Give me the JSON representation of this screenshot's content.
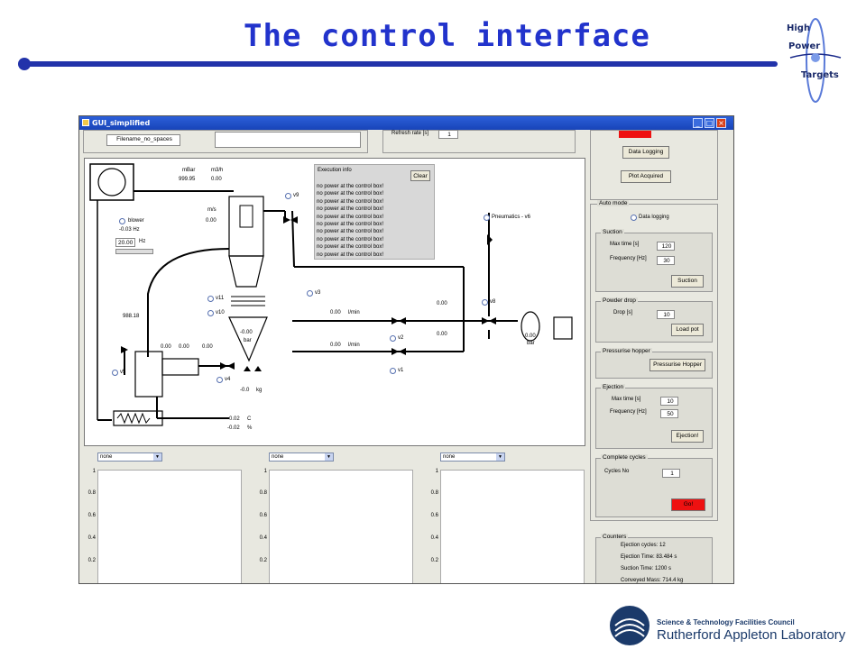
{
  "slide": {
    "title": "The control interface",
    "logo_hpt": {
      "line1": "High",
      "line2": "Power",
      "line3": "Targets"
    },
    "footer": {
      "council": "Science & Technology Facilities Council",
      "lab": "Rutherford Appleton Laboratory"
    }
  },
  "window": {
    "title": "GUI_simplified",
    "filename": "Filename_no_spaces",
    "refresh_label": "Refresh rate [s]",
    "refresh_value": "1",
    "data_logging_btn": "Data Logging",
    "plot_acquired_btn": "Plot Acquired"
  },
  "diagram": {
    "mbar_label": "mBar",
    "mbar_value": "999.95",
    "m3h_label": "m3/h",
    "m3h_value": "0.00",
    "ms_label": "m/s",
    "ms_value": "0.00",
    "blower_label": "blower",
    "blower_hz": "-0.03 Hz",
    "hz_input": "20.00",
    "hz_unit": "Hz",
    "v9": "v9",
    "v11": "v11",
    "v10": "v10",
    "v3": "v3",
    "v5": "v5",
    "v4": "v4",
    "v2": "v2",
    "v1": "v1",
    "v8": "v8",
    "pneumatics": "Pneumatics - v6",
    "value_988": "988.18",
    "zeros_a": "0.00",
    "zeros_b": "0.00",
    "zeros_c": "0.00",
    "hopper_bar_value": "-0.00",
    "hopper_bar_unit": "bar",
    "load_value": "-0.0",
    "load_unit": "kg",
    "flow1_value": "0.00",
    "flow1_unit": "l/min",
    "flow2_value": "0.00",
    "flow2_unit": "l/min",
    "p1": "0.00",
    "p2": "0.00",
    "tank_value": "0.00",
    "tank_unit": "bar",
    "temp_value": "-0.02",
    "temp_unit": "C",
    "hum_value": "-0.02",
    "hum_unit": "%",
    "execution_info_title": "Execution info",
    "clear_btn": "Clear",
    "messages": [
      "no power at the control box!",
      "no power at the control box!",
      "no power at the control box!",
      "no power at the control box!",
      "no power at the control box!",
      "no power at the control box!",
      "no power at the control box!",
      "no power at the control box!",
      "no power at the control box!",
      "no power at the control box!"
    ]
  },
  "auto_mode": {
    "title": "Auto mode",
    "data_logging": "Data logging",
    "suction": {
      "title": "Suction",
      "max_time_label": "Max time [s]",
      "max_time": "120",
      "freq_label": "Frequency [Hz]",
      "freq": "30",
      "btn": "Suction"
    },
    "powder_drop": {
      "title": "Powder drop",
      "drop_label": "Drop [s]",
      "drop": "10",
      "btn": "Load pot"
    },
    "pressurise": {
      "title": "Pressurise hopper",
      "btn": "Pressurise Hopper"
    },
    "ejection": {
      "title": "Ejection",
      "max_time_label": "Max time [s]",
      "max_time": "10",
      "freq_label": "Frequency [Hz]",
      "freq": "50",
      "btn": "Ejection!"
    },
    "complete": {
      "title": "Complete cycles",
      "cycles_label": "Cycles No",
      "cycles": "1",
      "btn": "Go!"
    }
  },
  "counters": {
    "title": "Counters",
    "ejection_cycles": "Ejection cycles: 12",
    "ejection_time": "Ejection Time: 83.484 s",
    "suction_time": "Suction Time: 1200 s",
    "conveyed_mass": "Conveyed Mass: 714.4 kg"
  },
  "plots": {
    "selects": [
      "none",
      "none",
      "none"
    ],
    "yticks": [
      "1",
      "0.8",
      "0.6",
      "0.4",
      "0.2"
    ]
  },
  "colors": {
    "title": "#2233cc",
    "go_button": "#ee1111",
    "window_title": "#2c5fd9"
  }
}
